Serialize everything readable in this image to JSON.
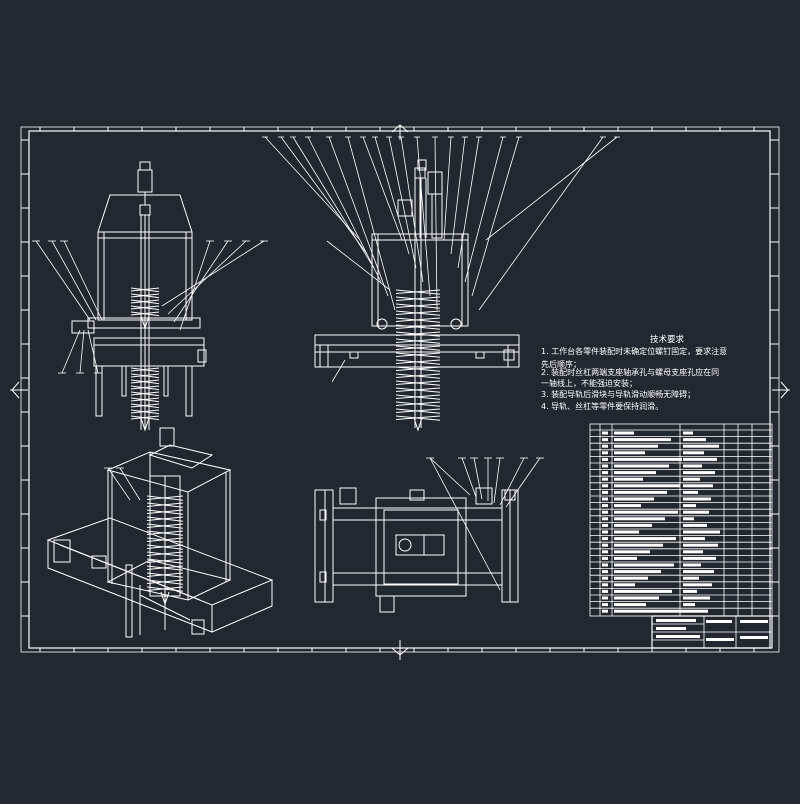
{
  "colors": {
    "background": "#212830",
    "lines": "#ffffff",
    "text": "#ffffff"
  },
  "notes": {
    "title": "技术要求",
    "items": [
      "1. 工作台各零件装配时未确定位螺钉固定，要求注意",
      "先后顺序；",
      "2. 装配时丝杠两端支座轴承孔与螺母支座孔应在同",
      "一轴线上，不能强迫安装；",
      "3. 装配导轨后滑块与导轨滑动顺畅无障碍；",
      "4. 导轨、丝杠等零件要保持润滑。"
    ]
  }
}
